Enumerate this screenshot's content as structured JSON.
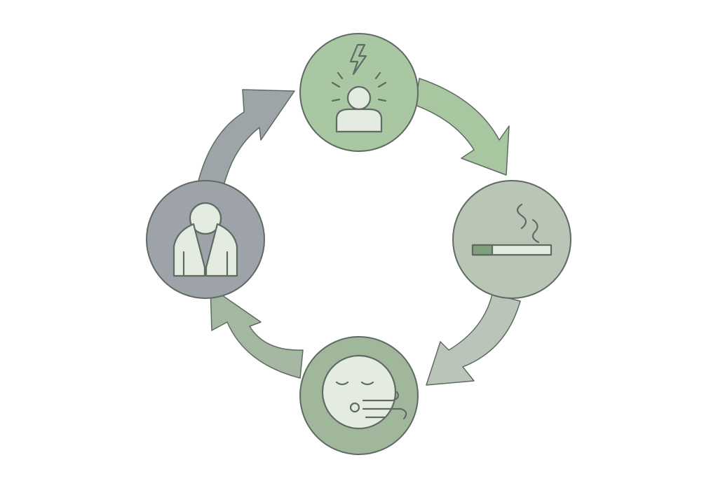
{
  "diagram": {
    "type": "cycle",
    "stages": [
      {
        "icon": "stressed-person-lightning-icon",
        "color": "#a9c7a2"
      },
      {
        "icon": "smoking-cigarette-icon",
        "color": "#b9c5b5"
      },
      {
        "icon": "relieved-face-exhale-icon",
        "color": "#a1b79c"
      },
      {
        "icon": "person-covering-face-icon",
        "color": "#9ea3a9"
      }
    ],
    "arrows": [
      {
        "from": 0,
        "to": 1,
        "color": "#a8c6a0"
      },
      {
        "from": 1,
        "to": 2,
        "color": "#bbc4b8"
      },
      {
        "from": 2,
        "to": 3,
        "color": "#a4b7a0"
      },
      {
        "from": 3,
        "to": 0,
        "color": "#9ea5a8"
      }
    ],
    "stroke": "#5f6a63",
    "icon_fill": "#e4ebe1"
  }
}
